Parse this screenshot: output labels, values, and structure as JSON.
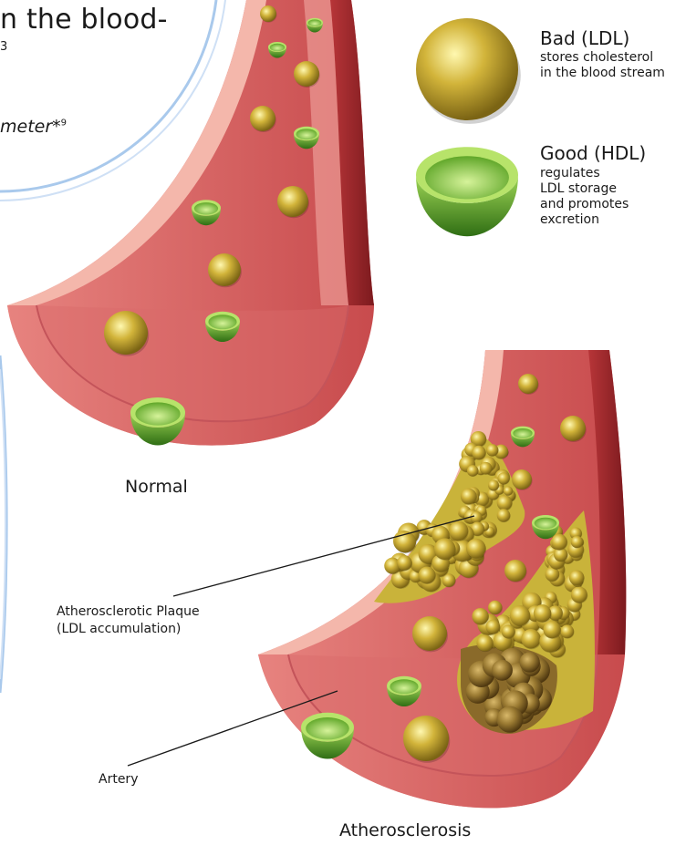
{
  "header": {
    "title_fragment": "n the blood-",
    "subtitle_fragment": "3",
    "parameter_fragment": "meter",
    "parameter_suffix": "*",
    "parameter_footnote": "9"
  },
  "legend": {
    "ldl": {
      "title": "Bad (LDL)",
      "desc_lines": [
        "stores cholesterol",
        "in the blood stream"
      ],
      "color": "#c9a72c"
    },
    "hdl": {
      "title": "Good (HDL)",
      "desc_lines": [
        "regulates",
        "LDL storage",
        "and promotes",
        "excretion"
      ],
      "color": "#6fae2e"
    }
  },
  "diagrams": {
    "normal": {
      "caption": "Normal"
    },
    "atherosclerosis": {
      "caption": "Atherosclerosis"
    }
  },
  "callouts": {
    "plaque": {
      "lines": [
        "Atherosclerotic Plaque",
        "(LDL accumulation)"
      ]
    },
    "artery": {
      "label": "Artery"
    }
  },
  "colors": {
    "vessel_outer": "#e07a7a",
    "vessel_inner": "#d96a6a",
    "vessel_rim": "#f4b7ab",
    "vessel_shadow": "#9c2a2c",
    "plaque": "#c9b33a",
    "plaque_core": "#8a6a2a",
    "arc": "#a9c9ec"
  }
}
